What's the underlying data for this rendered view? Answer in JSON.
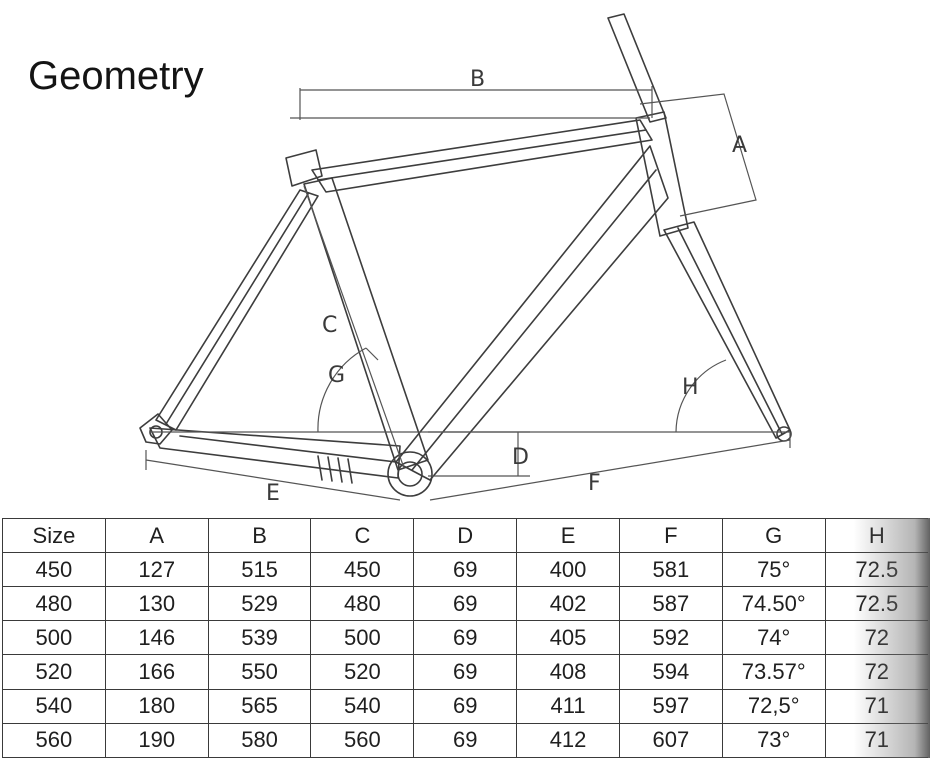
{
  "title": "Geometry",
  "dimension_labels": {
    "A": "A",
    "B": "B",
    "C": "C",
    "D": "D",
    "E": "E",
    "F": "F",
    "G": "G",
    "H": "H"
  },
  "table": {
    "headers": [
      "Size",
      "A",
      "B",
      "C",
      "D",
      "E",
      "F",
      "G",
      "H"
    ],
    "rows": [
      [
        "450",
        "127",
        "515",
        "450",
        "69",
        "400",
        "581",
        "75°",
        "72.5"
      ],
      [
        "480",
        "130",
        "529",
        "480",
        "69",
        "402",
        "587",
        "74.50°",
        "72.5"
      ],
      [
        "500",
        "146",
        "539",
        "500",
        "69",
        "405",
        "592",
        "74°",
        "72"
      ],
      [
        "520",
        "166",
        "550",
        "520",
        "69",
        "408",
        "594",
        "73.57°",
        "72"
      ],
      [
        "540",
        "180",
        "565",
        "540",
        "69",
        "411",
        "597",
        "72,5°",
        "71"
      ],
      [
        "560",
        "190",
        "580",
        "560",
        "69",
        "412",
        "607",
        "73°",
        "71"
      ]
    ]
  }
}
